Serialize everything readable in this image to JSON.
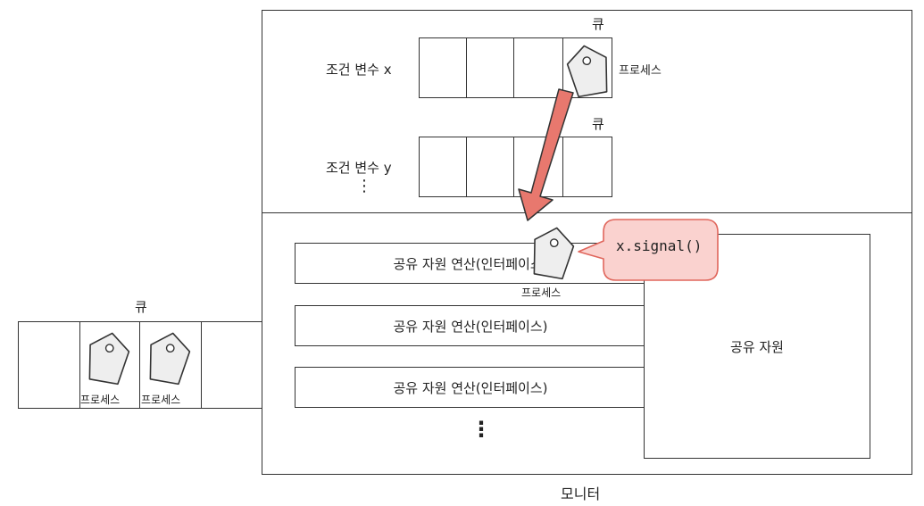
{
  "monitor": {
    "label": "모니터",
    "condition_vars": [
      {
        "label": "조건 변수 x",
        "queue_label": "큐",
        "process_label": "프로세스"
      },
      {
        "label": "조건 변수 y",
        "queue_label": "큐"
      }
    ],
    "cond_ellipsis": "⋮",
    "operations": [
      "공유 자원 연산(인터페이스)",
      "공유 자원 연산(인터페이스)",
      "공유 자원 연산(인터페이스)"
    ],
    "op_ellipsis": "⋮",
    "shared_resource": "공유 자원",
    "signal_callout": "x.signal()",
    "signaled_process_label": "프로세스"
  },
  "entry_queue": {
    "label": "큐",
    "process_labels": [
      "프로세스",
      "프로세스"
    ]
  },
  "colors": {
    "arrow": "#e8786e",
    "callout_fill": "#fad2cf",
    "callout_border": "#e0665c",
    "tag_fill": "#eeeeee"
  }
}
